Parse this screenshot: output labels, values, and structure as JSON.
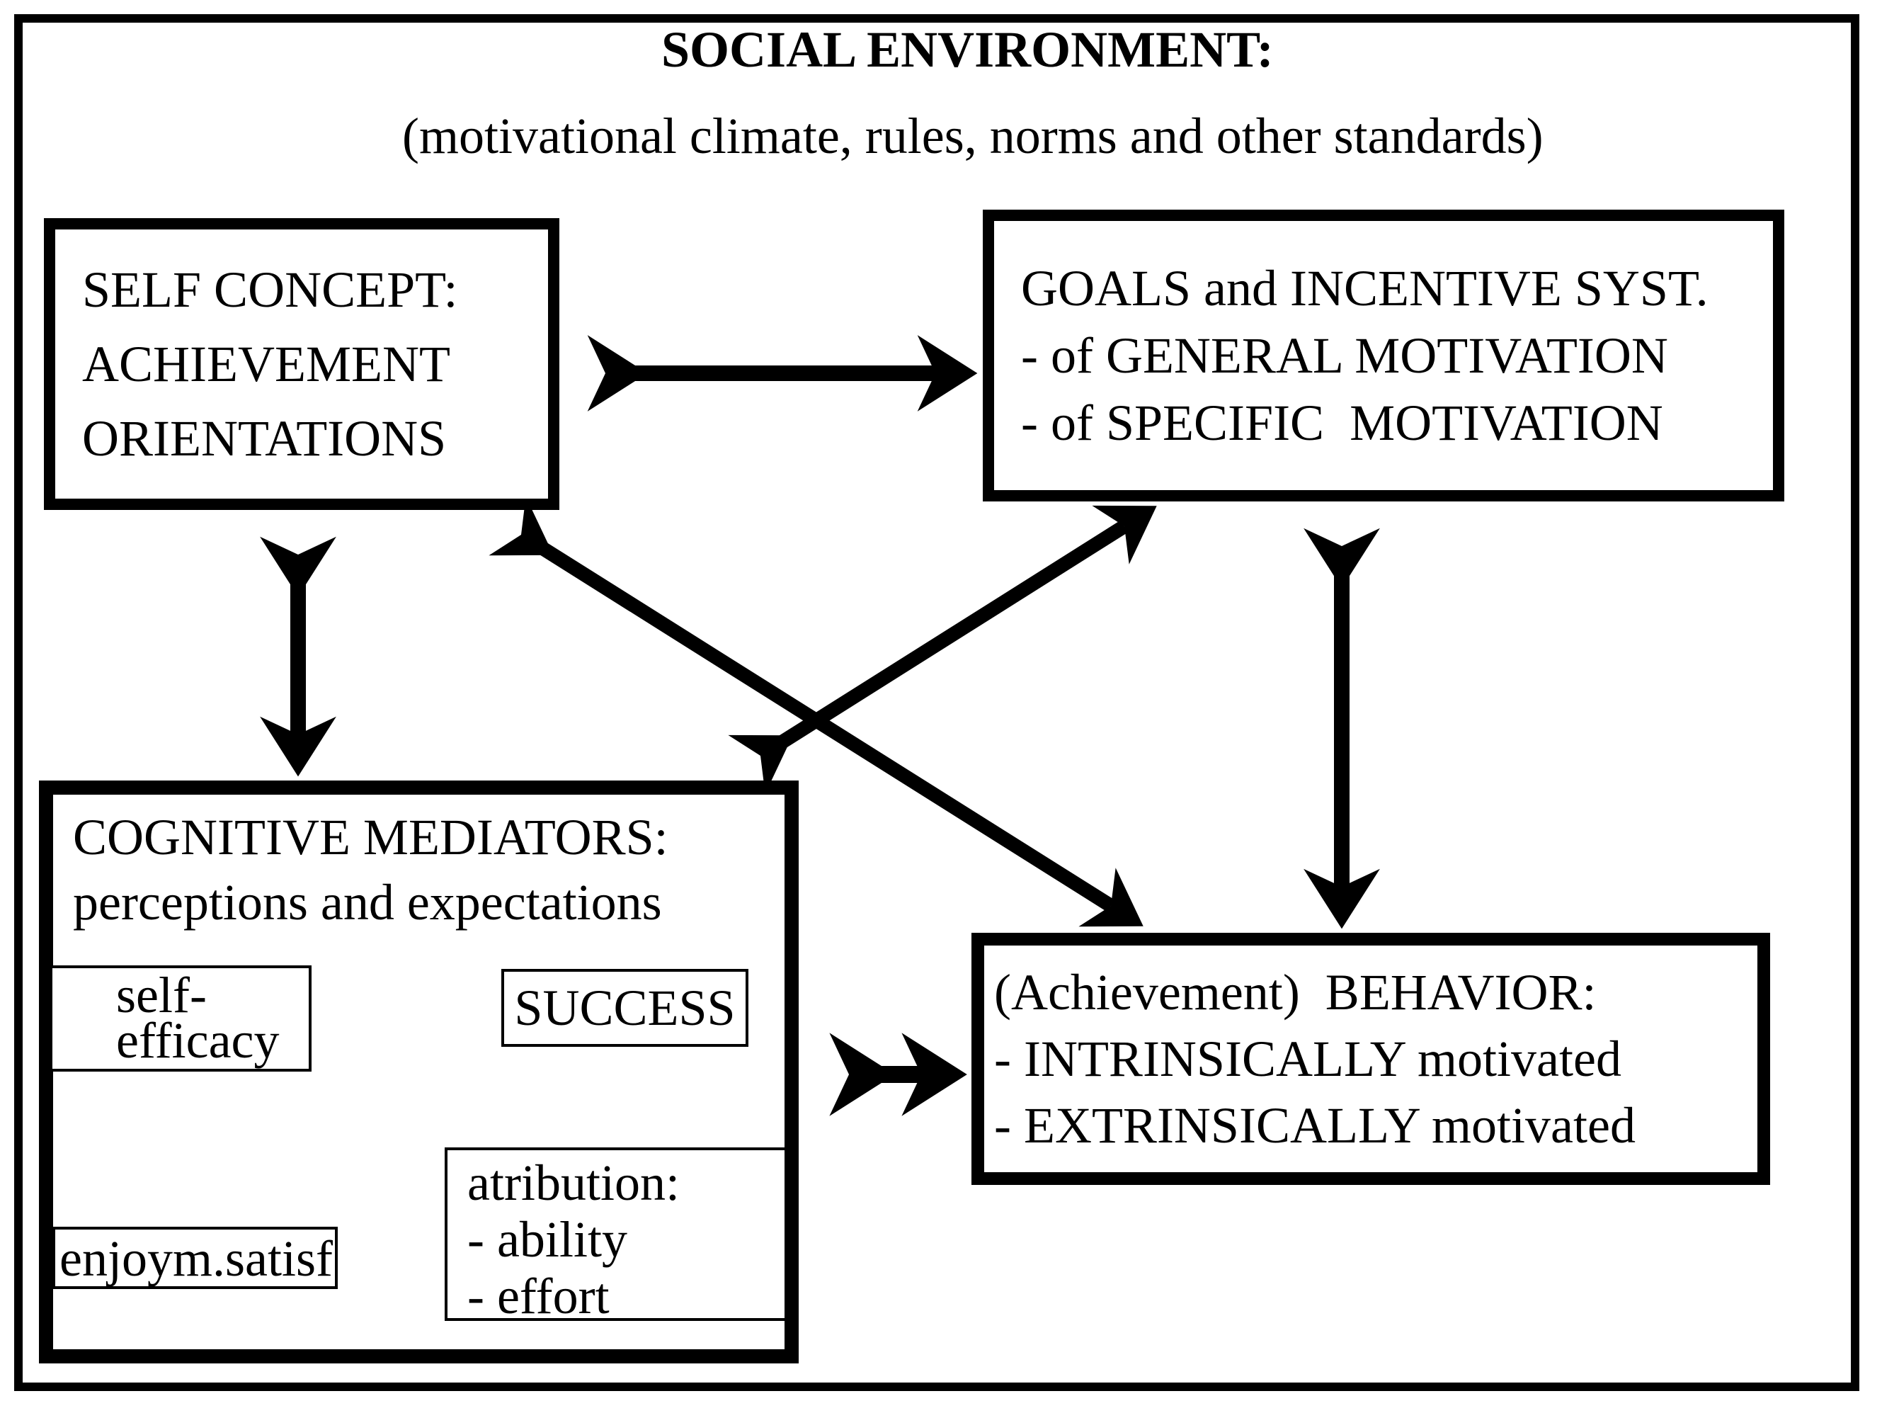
{
  "environment": {
    "title": "SOCIAL ENVIRONMENT:",
    "subtitle": "(motivational climate, rules, norms and other standards)"
  },
  "self_concept": {
    "lines": [
      "SELF CONCEPT:",
      "ACHIEVEMENT",
      "ORIENTATIONS"
    ]
  },
  "goals": {
    "lines": [
      "GOALS and INCENTIVE SYST.",
      "- of GENERAL MOTIVATION",
      "- of SPECIFIC  MOTIVATION"
    ]
  },
  "cognitive": {
    "title": "COGNITIVE MEDIATORS:",
    "subtitle": "perceptions and expectations",
    "self_efficacy": {
      "lines": [
        "self-",
        "efficacy"
      ]
    },
    "success": {
      "label": "SUCCESS"
    },
    "atribution": {
      "lines": [
        "atribution:",
        "- ability",
        "- effort"
      ]
    },
    "enjoyment": {
      "label": "enjoym.satisf"
    }
  },
  "behavior": {
    "lines": [
      "(Achievement)  BEHAVIOR:",
      "- INTRINSICALLY motivated",
      "- EXTRINSICALLY motivated"
    ]
  },
  "colors": {
    "ink": "#000000",
    "paper": "#ffffff"
  }
}
